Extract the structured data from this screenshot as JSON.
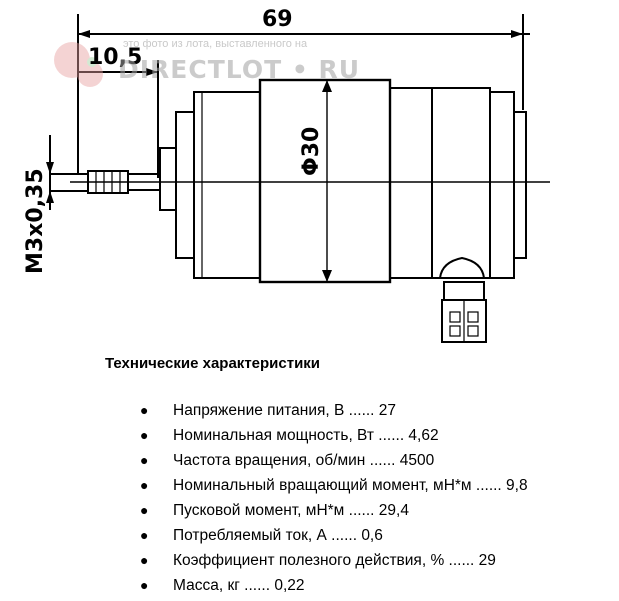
{
  "drawing": {
    "dimensions": {
      "overall_length": "69",
      "shaft_length": "10,5",
      "body_diameter": "Φ30",
      "thread": "M3x0,35"
    },
    "watermark": {
      "caption": "это фото из лота, выставленного на",
      "brand": "DIRECTLOT • RU",
      "logo_icon": "squirrel-logo-icon"
    }
  },
  "specs": {
    "title": "Технические характеристики",
    "bullet_icon": "bullet-dot-icon",
    "items": [
      {
        "label": "Напряжение питания, В ...... 27"
      },
      {
        "label": "Номинальная мощность, Вт ...... 4,62"
      },
      {
        "label": "Частота вращения, об/мин ...... 4500"
      },
      {
        "label": "Номинальный вращающий момент, мН*м ...... 9,8"
      },
      {
        "label": "Пусковой момент, мН*м ...... 29,4"
      },
      {
        "label": "Потребляемый ток, А ...... 0,6"
      },
      {
        "label": "Коэффициент полезного действия, % ...... 29"
      },
      {
        "label": "Масса, кг ...... 0,22"
      }
    ]
  },
  "colors": {
    "line": "#000000",
    "watermark_logo": "#e8a0a0",
    "watermark_text": "#c9c9c9"
  }
}
